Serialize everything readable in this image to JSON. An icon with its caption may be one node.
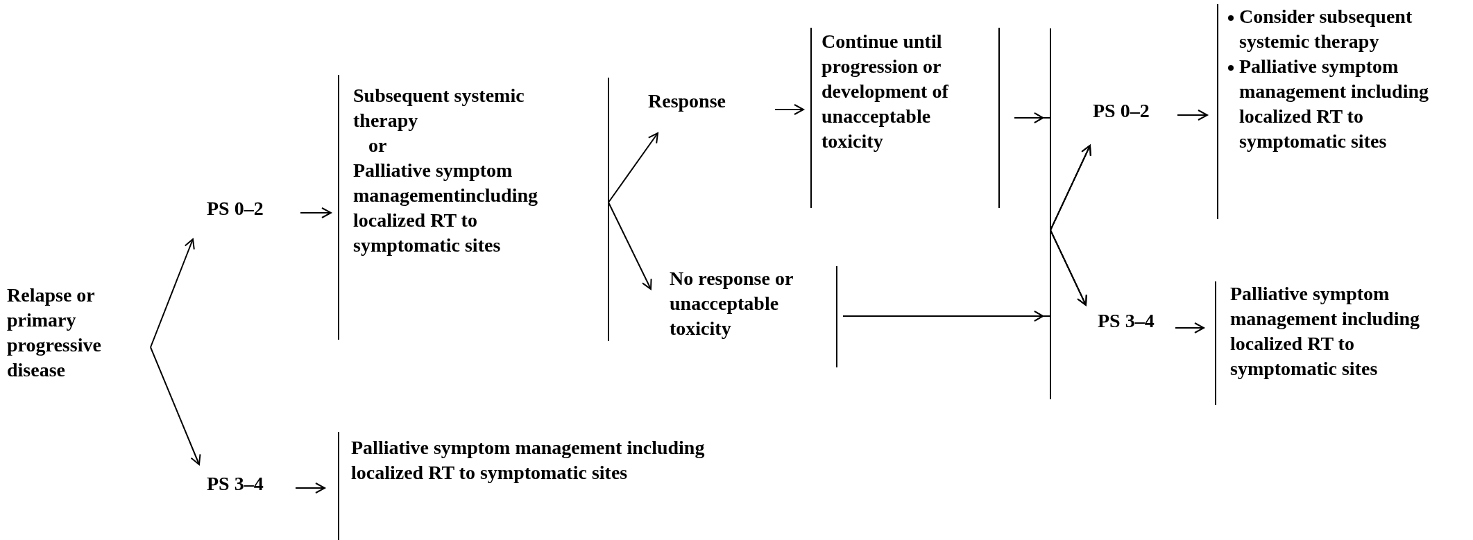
{
  "diagram": {
    "nodes": [
      {
        "text": [
          "Relapse or primary progressive disease"
        ]
      },
      {
        "text": [
          "PS 0–2"
        ]
      },
      {
        "text": [
          "PS 3–4"
        ]
      },
      {
        "text": [
          "Subsequent systemic therapy",
          "or",
          "Palliative symptom managementincluding localized RT to symptomatic sites"
        ]
      },
      {
        "text": [
          "Palliative symptom management including localized RT to symptomatic sites"
        ]
      },
      {
        "text": [
          "Response"
        ]
      },
      {
        "text": [
          "No response or unacceptable toxicity"
        ]
      },
      {
        "text": [
          "Continue until progression or development of unacceptable toxicity"
        ]
      },
      {
        "text": [
          "PS 0–2"
        ]
      },
      {
        "text": [
          "PS 3–4"
        ]
      },
      {
        "text": [
          "Consider subsequent systemic therapy",
          "Palliative symptom management including localized RT to symptomatic sites"
        ]
      },
      {
        "text": [
          "Palliative symptom management including localized RT to symptomatic sites"
        ]
      }
    ],
    "edges": [
      {
        "from": 0,
        "to": 1,
        "arrow": "to"
      },
      {
        "from": 0,
        "to": 2,
        "arrow": "to"
      },
      {
        "from": 1,
        "to": 3,
        "arrow": "to"
      },
      {
        "from": 2,
        "to": 4,
        "arrow": "to"
      },
      {
        "from": 3,
        "to": 5,
        "arrow": "to"
      },
      {
        "from": 3,
        "to": 6,
        "arrow": "to"
      },
      {
        "from": 5,
        "to": 7,
        "arrow": "to"
      },
      {
        "from": 7,
        "to": 8,
        "arrow": "to"
      },
      {
        "from": 7,
        "to": 9,
        "arrow": "to"
      },
      {
        "from": 6,
        "to": 8,
        "arrow": "to"
      },
      {
        "from": 6,
        "to": 9,
        "arrow": "to"
      },
      {
        "from": 8,
        "to": 10,
        "arrow": "to"
      },
      {
        "from": 9,
        "to": 11,
        "arrow": "to"
      }
    ]
  }
}
